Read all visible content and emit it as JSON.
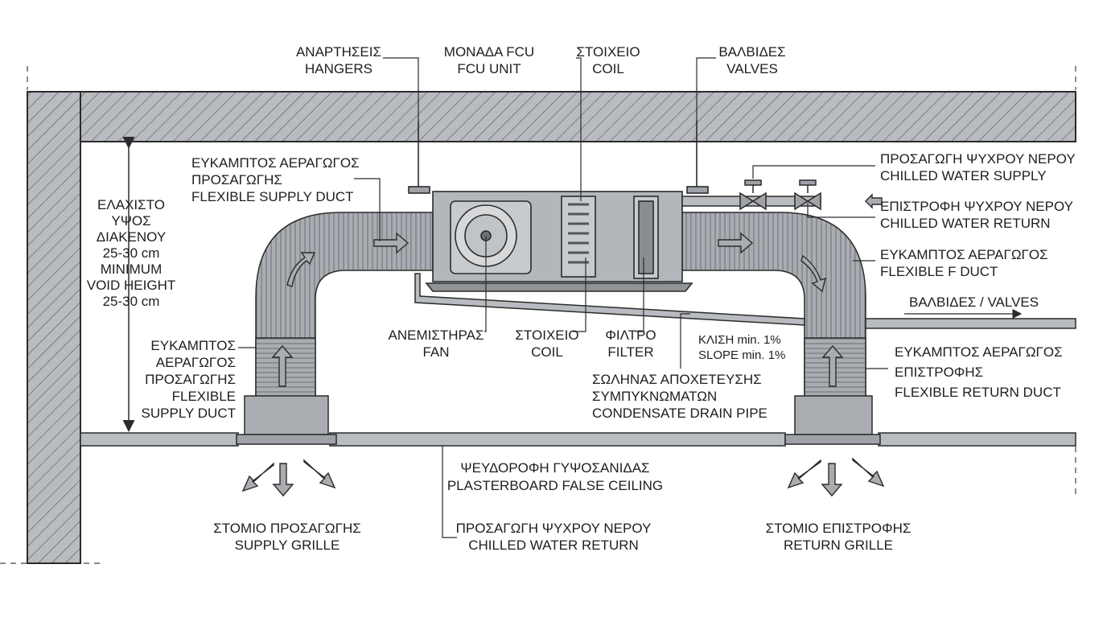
{
  "labels": {
    "hangers": [
      "ΑΝΑΡΤΗΣΕΙΣ",
      "HANGERS"
    ],
    "fcu_unit": [
      "ΜΟΝΑΔΑ FCU",
      "FCU UNIT"
    ],
    "coil_top": [
      "ΣΤΟΙΧΕΙΟ",
      "COIL"
    ],
    "valves_top": [
      "ΒΑΛΒΙΔΕΣ",
      "VALVES"
    ],
    "flex_supply_top": [
      "ΕΥΚΑΜΠΤΟΣ ΑΕΡΑΓΩΓΟΣ",
      "ΠΡΟΣΑΓΩΓΗΣ",
      "FLEXIBLE SUPPLY DUCT"
    ],
    "chilled_water_supply": [
      "ΠΡΟΣΑΓΩΓΗ ΨΥΧΡΟΥ ΝΕΡΟΥ",
      "CHILLED WATER SUPPLY"
    ],
    "chilled_water_return": [
      "ΕΠΙΣΤΡΟΦΗ ΨΥΧΡΟΥ ΝΕΡΟΥ",
      "CHILLED WATER RETURN"
    ],
    "flex_duct_right": [
      "ΕΥΚΑΜΠΤΟΣ ΑΕΡΑΓΩΓΟΣ",
      "FLEXIBLE F DUCT"
    ],
    "valves_right": "ΒΑΛΒΙΔΕΣ / VALVES",
    "min_void": [
      "ΕΛΑΧΙΣΤΟ",
      "ΥΨΟΣ",
      "ΔΙΑΚΕΝΟΥ",
      "25-30 cm",
      "MINIMUM",
      "VOID HEIGHT",
      "25-30 cm"
    ],
    "flex_supply_left": [
      "ΕΥΚΑΜΠΤΟΣ",
      "ΑΕΡΑΓΩΓΟΣ",
      "ΠΡΟΣΑΓΩΓΗΣ",
      "FLEXIBLE",
      "SUPPLY DUCT"
    ],
    "fan": [
      "ΑΝΕΜΙΣΤΗΡΑΣ",
      "FAN"
    ],
    "coil_bottom": [
      "ΣΤΟΙΧΕΙΟ",
      "COIL"
    ],
    "filter": [
      "ΦΙΛΤΡΟ",
      "FILTER"
    ],
    "slope": [
      "ΚΛΙΣΗ min. 1%",
      "SLOPE min. 1%"
    ],
    "drain_pipe": [
      "ΣΩΛΗΝΑΣ ΑΠΟΧΕΤΕΥΣΗΣ",
      "ΣΥΜΠΥΚΝΩΜΑΤΩΝ",
      "CONDENSATE DRAIN PIPE"
    ],
    "flex_return": [
      "ΕΥΚΑΜΠΤΟΣ ΑΕΡΑΓΩΓΟΣ",
      "ΕΠΙΣΤΡΟΦΗΣ",
      "FLEXIBLE RETURN DUCT"
    ],
    "false_ceiling": [
      "ΨΕΥΔΟΡΟΦΗ ΓΥΨΟΣΑΝΙΔΑΣ",
      "PLASTERBOARD FALSE CEILING"
    ],
    "supply_grille": [
      "ΣΤΟΜΙΟ ΠΡΟΣΑΓΩΓΗΣ",
      "SUPPLY GRILLE"
    ],
    "cw_return_bottom": [
      "ΠΡΟΣΑΓΩΓΗ ΨΥΧΡΟΥ ΝΕΡΟΥ",
      "CHILLED WATER RETURN"
    ],
    "return_grille": [
      "ΣΤΟΜΙΟ ΕΠΙΣΤΡΟΦΗΣ",
      "RETURN GRILLE"
    ]
  },
  "colors": {
    "concrete": "#b8bbbf",
    "duct": "#a9adb2",
    "unit": "#b3b6ba",
    "line": "#2b2b2b",
    "background": "#ffffff"
  }
}
